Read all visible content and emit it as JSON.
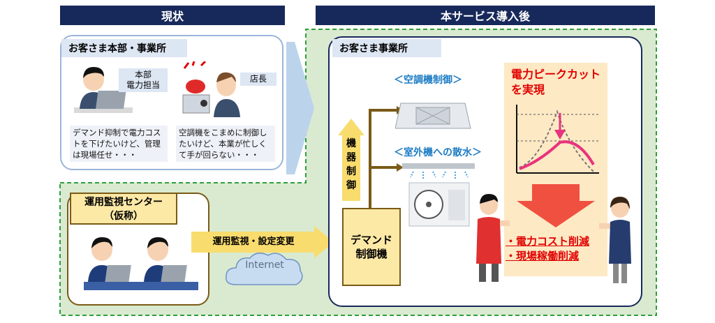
{
  "headers": {
    "current": "現状",
    "after": "本サービス導入後"
  },
  "customer_hq": {
    "title": "お客さま本部・事業所",
    "person1_label": "本部\n電力担当",
    "person1_caption": "デマンド抑制で電力コストを下げたいけど、管理は現場任せ・・・",
    "person2_label": "店長",
    "person2_caption": "空調機をこまめに制御したいけど、本業が忙しくて手が回らない・・・"
  },
  "monitor_center": {
    "title_line1": "運用監視センター",
    "title_line2": "（仮称）"
  },
  "arrow_label": "運用監視・設定変更",
  "internet_label": "Internet",
  "customer_site": {
    "title": "お客さま事業所",
    "ac_control": "＜空調機制御＞",
    "water_spray": "＜室外機への散水＞",
    "device_control": "機器制御",
    "demand_controller": "デマンド制御機",
    "peak_cut_title": "電力ピークカット\nを実現",
    "results": [
      "・電力コスト削減",
      "・現場稼働削減"
    ]
  },
  "colors": {
    "navy": "#17285a",
    "green_dashed": "#2f9e3a",
    "yellow_box": "#fde9a6",
    "red": "#e00000",
    "pink_curve": "#e8337d",
    "blue_text": "#1d7cc4"
  }
}
